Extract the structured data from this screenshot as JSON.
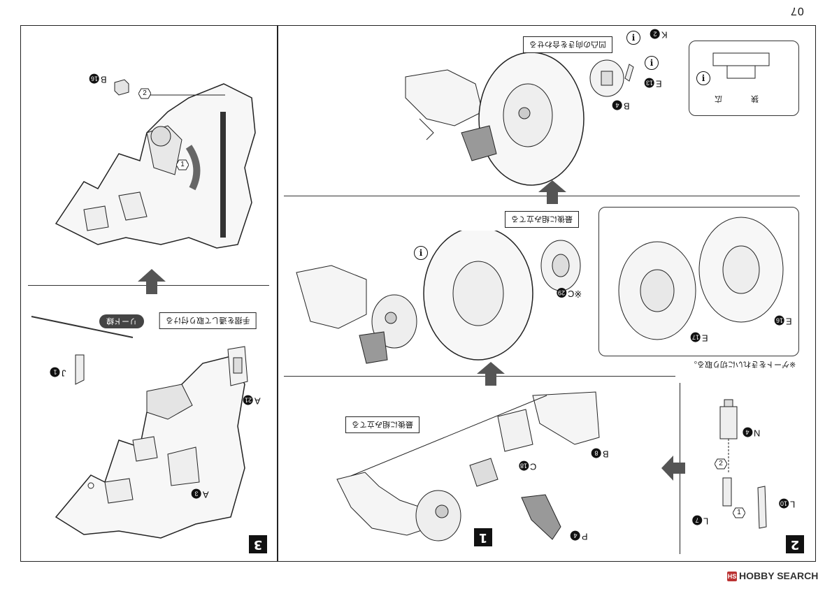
{
  "page": {
    "number": "07"
  },
  "steps": [
    {
      "id": "step-1",
      "number": "1"
    },
    {
      "id": "step-2",
      "number": "2"
    },
    {
      "id": "step-3",
      "number": "3"
    }
  ],
  "parts": {
    "k2": {
      "letter": "K",
      "num": "2"
    },
    "e13": {
      "letter": "E",
      "num": "13"
    },
    "b4": {
      "letter": "B",
      "num": "4"
    },
    "c29": {
      "prefix": "※",
      "letter": "C",
      "num": "29"
    },
    "e16": {
      "letter": "E",
      "num": "16"
    },
    "e17": {
      "letter": "E",
      "num": "17"
    },
    "b8": {
      "letter": "B",
      "num": "8"
    },
    "c18": {
      "letter": "C",
      "num": "18"
    },
    "p4": {
      "letter": "P",
      "num": "4"
    },
    "n4": {
      "letter": "N",
      "num": "4"
    },
    "l7": {
      "letter": "L",
      "num": "7"
    },
    "l10": {
      "letter": "L",
      "num": "10"
    },
    "b16": {
      "letter": "B",
      "num": "16"
    },
    "a21": {
      "letter": "A",
      "num": "21"
    },
    "j1": {
      "letter": "J",
      "num": "1"
    },
    "a3": {
      "letter": "A",
      "num": "3"
    }
  },
  "callouts": {
    "align_grooves": "凹凸の向きを合わせる",
    "assemble_last_1": "最後に組み立てる",
    "assemble_last_2": "最後に組み立てる",
    "attach_through_handrail": "手摺を通して取り付ける",
    "lead_wire": "リード線",
    "gate_note": "※ゲートをきれいに切り取る。",
    "narrow": "狭",
    "wide": "広"
  },
  "order_marks": {
    "one": "1",
    "two": "2"
  },
  "info": {
    "symbol": "i"
  },
  "footer": {
    "logo_mark": "HS",
    "logo_text": "HOBBY SEARCH"
  }
}
